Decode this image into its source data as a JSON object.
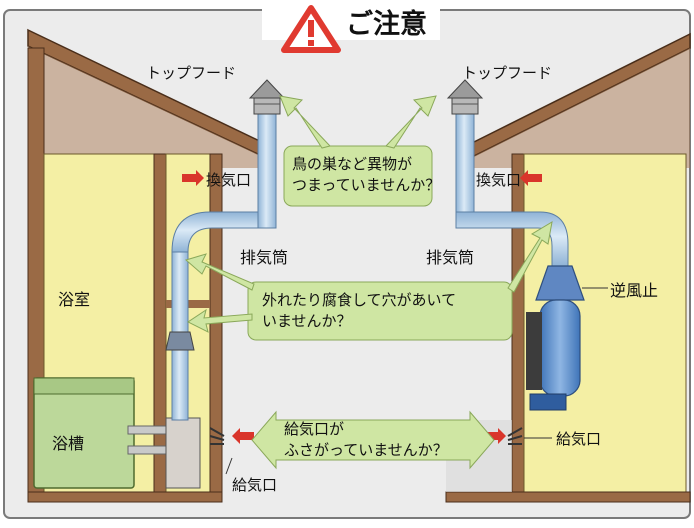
{
  "title": "ご注意",
  "labels": {
    "top_hood_left": "トップフード",
    "top_hood_right": "トップフード",
    "vent_left": "換気口",
    "vent_right": "換気口",
    "exhaust_left": "排気筒",
    "exhaust_right": "排気筒",
    "bathroom": "浴室",
    "bathtub": "浴槽",
    "backdraft_stop": "逆風止",
    "supply_bottom": "給気口",
    "supply_right": "給気口"
  },
  "callouts": {
    "nest": [
      "鳥の巣など異物が",
      "つまっていませんか？"
    ],
    "corrosion": [
      "外れたり腐食して穴があいて",
      "いませんか？"
    ],
    "supply": [
      "給気口が",
      "ふさがっていませんか？"
    ]
  },
  "colors": {
    "frame_border": "#7a7a7a",
    "warning_red": "#e03a30",
    "wall_brown": "#9a6a45",
    "room_yellow": "#f4efa4",
    "outdoor_gray": "#e8e8e8",
    "pipe_blue": "#b9d4ea",
    "callout_green": "#cfe6a3",
    "arrow_green": "#cfe6a3"
  },
  "icons": [
    "warning-triangle-icon",
    "red-arrow-icon",
    "airflow-lines-icon",
    "double-arrow-icon"
  ]
}
